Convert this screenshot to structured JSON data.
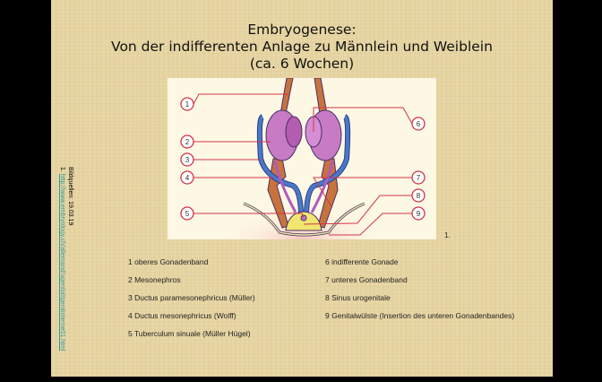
{
  "title": {
    "line1": "Embryogenese:",
    "line2": "Von der indifferenten Anlage zu Männlein und Weiblein",
    "line3": "(ca. 6 Wochen)"
  },
  "figure": {
    "number_label": "1.",
    "callouts": [
      "1",
      "2",
      "3",
      "4",
      "5",
      "6",
      "7",
      "8",
      "9"
    ]
  },
  "legend_left": [
    "1 oberes Gonadenband",
    "2 Mesonephros",
    "3 Ductus paramesonephricus (Müller)",
    "4 Ductus mesonephricus (Wolff)",
    "5 Tuberculum sinuale (Müller Hügel)"
  ],
  "legend_right": [
    "6 indifferente Gonade",
    "7 unteres Gonadenband",
    "8 Sinus urogenitale",
    "9 Genitalwülste (Insertion des unteren Gonadenbandes)"
  ],
  "source": {
    "label": "Bildquellen: 19.03.19",
    "item_prefix": "1.",
    "link": "http://www.embryology.ch/allemand/ugenital/genitinterne01.html"
  },
  "colors": {
    "callout": "#d2344a",
    "duct_blue": "#4a78c8",
    "gonad": "#c77bc4",
    "band": "#c8733c"
  }
}
